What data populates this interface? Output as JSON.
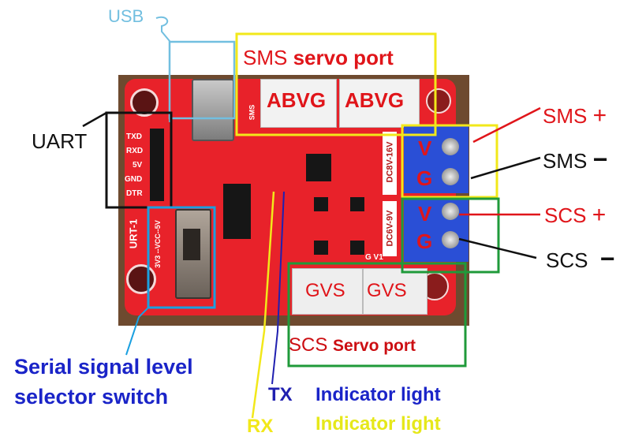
{
  "diagram": {
    "title": "Servo driver board pinout",
    "colors": {
      "board_red": "#e8222a",
      "board_brown": "#6e4a2f",
      "terminal_blue": "#2a4fd6",
      "label_red": "#e0151a",
      "label_blue": "#1a24c8",
      "label_yellow": "#f2e81a",
      "usb_blue": "#72bfe0",
      "box_yellow": "#f2e81a",
      "box_green": "#1f9a3a",
      "box_lightblue": "#1aa0e0",
      "box_black": "#111111"
    },
    "callouts": {
      "usb": "USB",
      "uart": "UART",
      "sms_servo_port_prefix": "SMS",
      "sms_servo_port_suffix": "servo port",
      "sms_plus": "SMS",
      "sms_plus_sign": "+",
      "sms_minus": "SMS",
      "sms_minus_sign": "−",
      "scs_plus": "SCS",
      "scs_plus_sign": "+",
      "scs_minus": "SCS",
      "scs_minus_sign": "−",
      "scs_servo_port_prefix": "SCS",
      "scs_servo_port_suffix": "Servo port",
      "selector_switch_line1": "Serial signal level",
      "selector_switch_line2": "selector switch",
      "tx": "TX",
      "tx_indicator": "Indicator light",
      "rx": "RX",
      "rx_indicator": "Indicator light"
    },
    "board": {
      "uart_pins": [
        "TXD",
        "RXD",
        "5V",
        "GND",
        "DTR"
      ],
      "sms_connectors": [
        "ABVG",
        "ABVG"
      ],
      "scs_connectors": [
        "GVS",
        "GVS"
      ],
      "terminal_sms": [
        "V",
        "G"
      ],
      "terminal_scs": [
        "V",
        "G"
      ],
      "power_label_sms": "DC8V-16V",
      "power_label_scs": "DC6V-9V",
      "switch_label": "3V3 --VCC--5V",
      "board_name": "URT-1",
      "sms_silk": "SMS",
      "gv_silk": "G V1"
    }
  }
}
